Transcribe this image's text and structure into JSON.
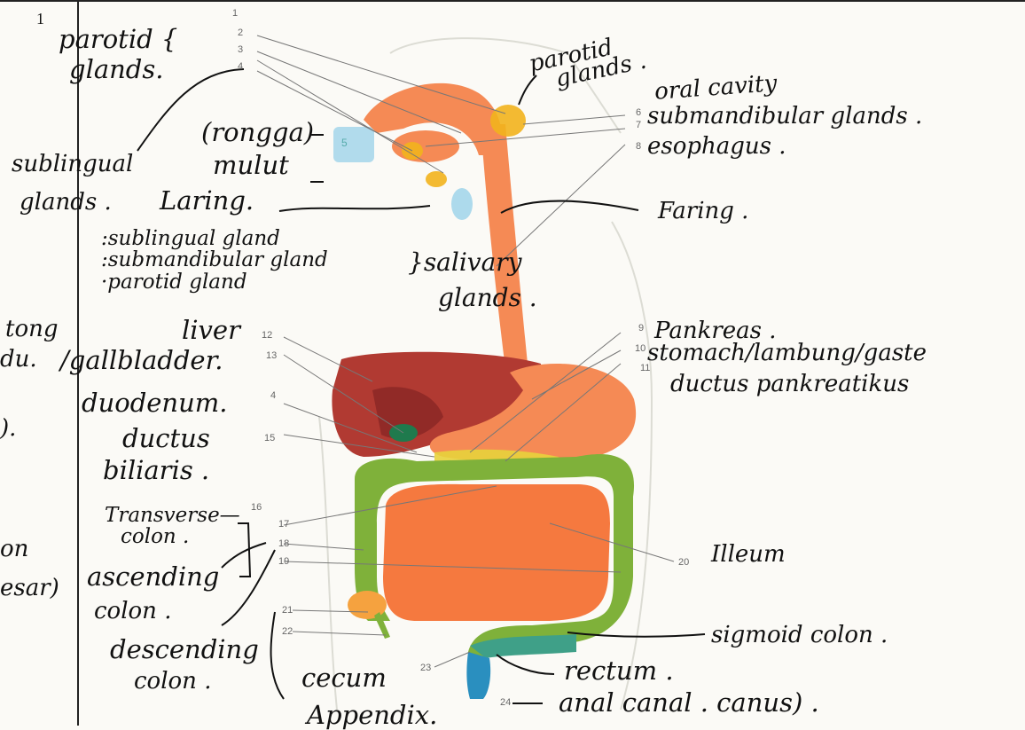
{
  "page_number": "1",
  "number_labels": [
    "1",
    "2",
    "3",
    "4",
    "5",
    "6",
    "7",
    "8",
    "9",
    "10",
    "11",
    "12",
    "13",
    "4",
    "15",
    "16",
    "17",
    "18",
    "19",
    "20",
    "21",
    "22",
    "23",
    "24"
  ],
  "handwritten": {
    "parotid_glands_left": "parotid {",
    "glands_left": "glands.",
    "parotid_glands_right_1": "parotid",
    "parotid_glands_right_2": "glands .",
    "oral_cavity": "oral cavity",
    "submandibular_glands": "submandibular glands .",
    "esophagus": "esophagus .",
    "rongga": "(rongga)",
    "mulut": "mulut",
    "sublingual_glands_1": "sublingual",
    "sublingual_glands_2": "glands .",
    "laring": "Laring.",
    "faring": "Faring .",
    "gland_list_1": ":sublingual gland",
    "gland_list_2": ":submandibular gland",
    "gland_list_3": "·parotid gland",
    "salivary_1": "}salivary",
    "salivary_2": "glands .",
    "tong": "tong",
    "du": "du.",
    "liver": "liver",
    "gallbladder": "/gallbladder.",
    "duodenum": "duodenum.",
    "ductus_1": "ductus",
    "ductus_2": "biliaris .",
    "paren": ").",
    "pankreas": "Pankreas .",
    "stomach": "stomach/lambung/gaste",
    "ductus_pankreatikus": "ductus pankreatikus",
    "transverse_1": "Transverse—",
    "transverse_2": "colon .",
    "on": "on",
    "esar": "esar)",
    "ascending_1": "ascending",
    "ascending_2": "colon .",
    "illeum": "Illeum",
    "descending_1": "descending",
    "descending_2": "colon .",
    "cecum": "cecum",
    "appendix": "Appendix.",
    "sigmoid": "sigmoid colon .",
    "rectum": "rectum .",
    "anal": "anal canal . canus) ."
  },
  "colors": {
    "liver": "#b13a32",
    "gallbladder": "#1f7a4d",
    "esophagus": "#f58a55",
    "stomach": "#f58a55",
    "small_intestine": "#f5793f",
    "colon": "#7fb13a",
    "sigmoid": "#3fa088",
    "rectum": "#2a8fbf",
    "glands": "#f2b21d",
    "nasal": "#9fd3ea",
    "ink": "#111111"
  }
}
